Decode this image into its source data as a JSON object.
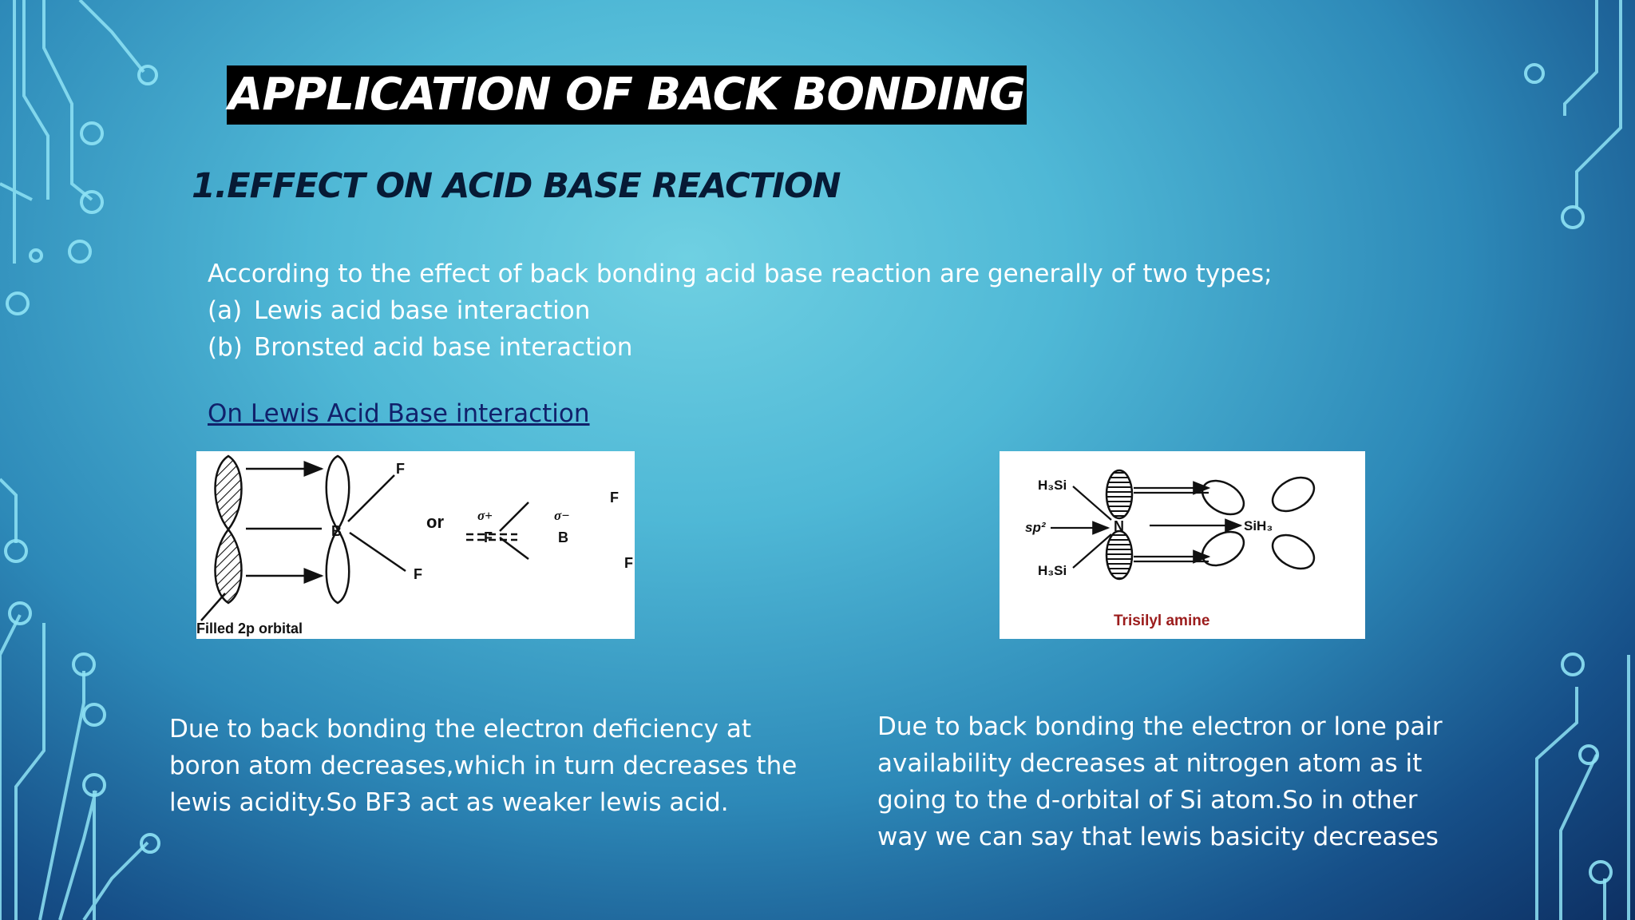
{
  "slide": {
    "title": "APPLICATION OF BACK BONDING",
    "section_heading": "1.EFFECT ON ACID BASE REACTION",
    "intro": "According to the effect of back bonding acid base reaction are generally of two types;",
    "types": [
      {
        "label": "(a)",
        "text": "Lewis acid base interaction"
      },
      {
        "label": "(b)",
        "text": "Bronsted acid base interaction"
      }
    ],
    "link_text": "On Lewis Acid Base interaction"
  },
  "diagram_bf3": {
    "atom_b": "B",
    "atom_f": "F",
    "or": "or",
    "sigma_plus": "σ+",
    "sigma_minus": "σ−",
    "caption": "Filled 2p orbital"
  },
  "diagram_amine": {
    "group_top": "H₃Si",
    "group_bottom": "H₃Si",
    "sp2": "sp²",
    "atom_n": "N",
    "siH3": "SiH₃",
    "caption": "Trisilyl amine",
    "caption_color": "#9b1c1c"
  },
  "captions": {
    "left": [
      "Due to back bonding the electron deficiency at",
      "boron atom decreases,which in turn decreases the",
      "lewis acidity.So BF3 act as weaker lewis acid."
    ],
    "right": [
      "Due to back bonding the electron or lone pair",
      "availability decreases at nitrogen atom as it",
      "going to the d-orbital of Si atom.So in other",
      "way we can say that lewis basicity decreases"
    ]
  }
}
